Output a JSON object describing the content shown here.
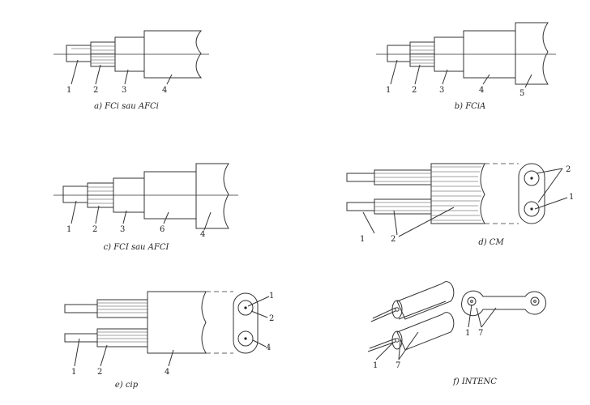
{
  "figures": [
    {
      "id": "a",
      "caption": "a) FCi sau AFCi",
      "labels": [
        "1",
        "2",
        "3",
        "4"
      ]
    },
    {
      "id": "b",
      "caption": "b) FCiA",
      "labels": [
        "1",
        "2",
        "3",
        "4",
        "5"
      ]
    },
    {
      "id": "c",
      "caption": "c) FCI sau AFCI",
      "labels": [
        "1",
        "2",
        "3",
        "6",
        "4"
      ]
    },
    {
      "id": "d",
      "caption": "d) CM",
      "labels": [
        "1",
        "2",
        "2",
        "1"
      ]
    },
    {
      "id": "e",
      "caption": "e) cip",
      "labels": [
        "1",
        "2",
        "4",
        "1",
        "2",
        "4"
      ]
    },
    {
      "id": "f",
      "caption": "f) INTENC",
      "labels": [
        "1",
        "7",
        "1",
        "7"
      ]
    }
  ]
}
